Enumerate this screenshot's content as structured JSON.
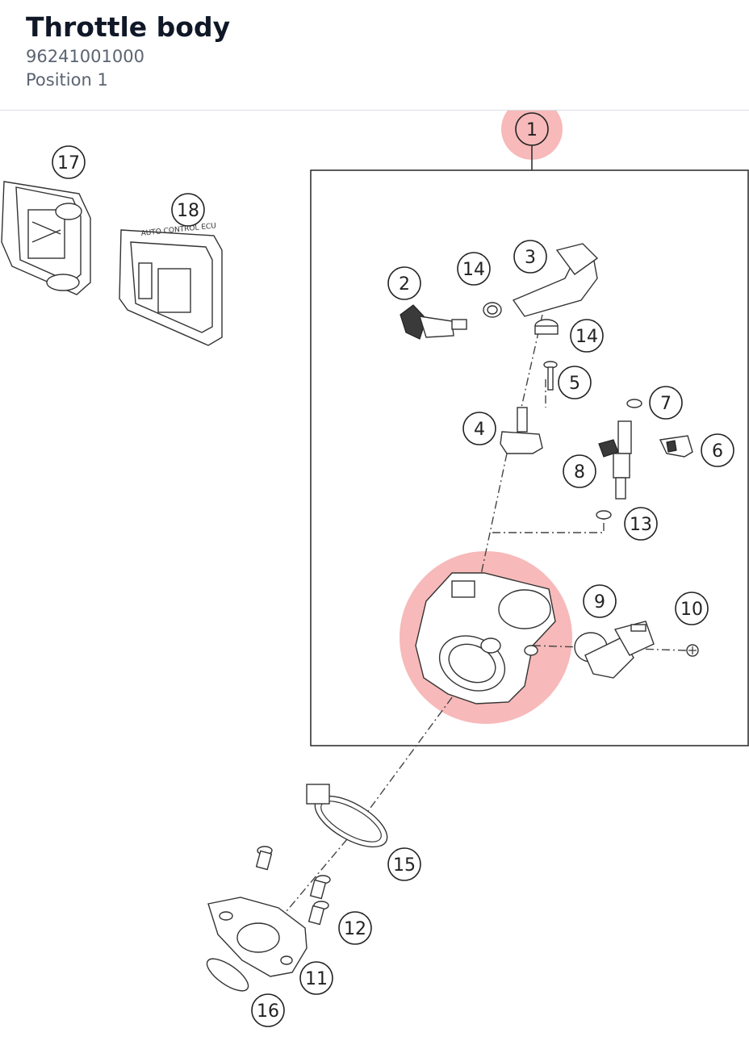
{
  "header": {
    "title": "Throttle body",
    "part_number": "96241001000",
    "position": "Position 1"
  },
  "colors": {
    "highlight": "#f28b8b",
    "title": "#101828",
    "subtext": "#5b6472"
  },
  "callouts": {
    "c1": "1",
    "c2": "2",
    "c3": "3",
    "c4": "4",
    "c5": "5",
    "c6": "6",
    "c7": "7",
    "c8": "8",
    "c9": "9",
    "c10": "10",
    "c11": "11",
    "c12": "12",
    "c13": "13",
    "c14a": "14",
    "c14b": "14",
    "c15": "15",
    "c16": "16",
    "c17": "17",
    "c18": "18"
  },
  "highlighted": [
    "1",
    "throttle-body"
  ]
}
